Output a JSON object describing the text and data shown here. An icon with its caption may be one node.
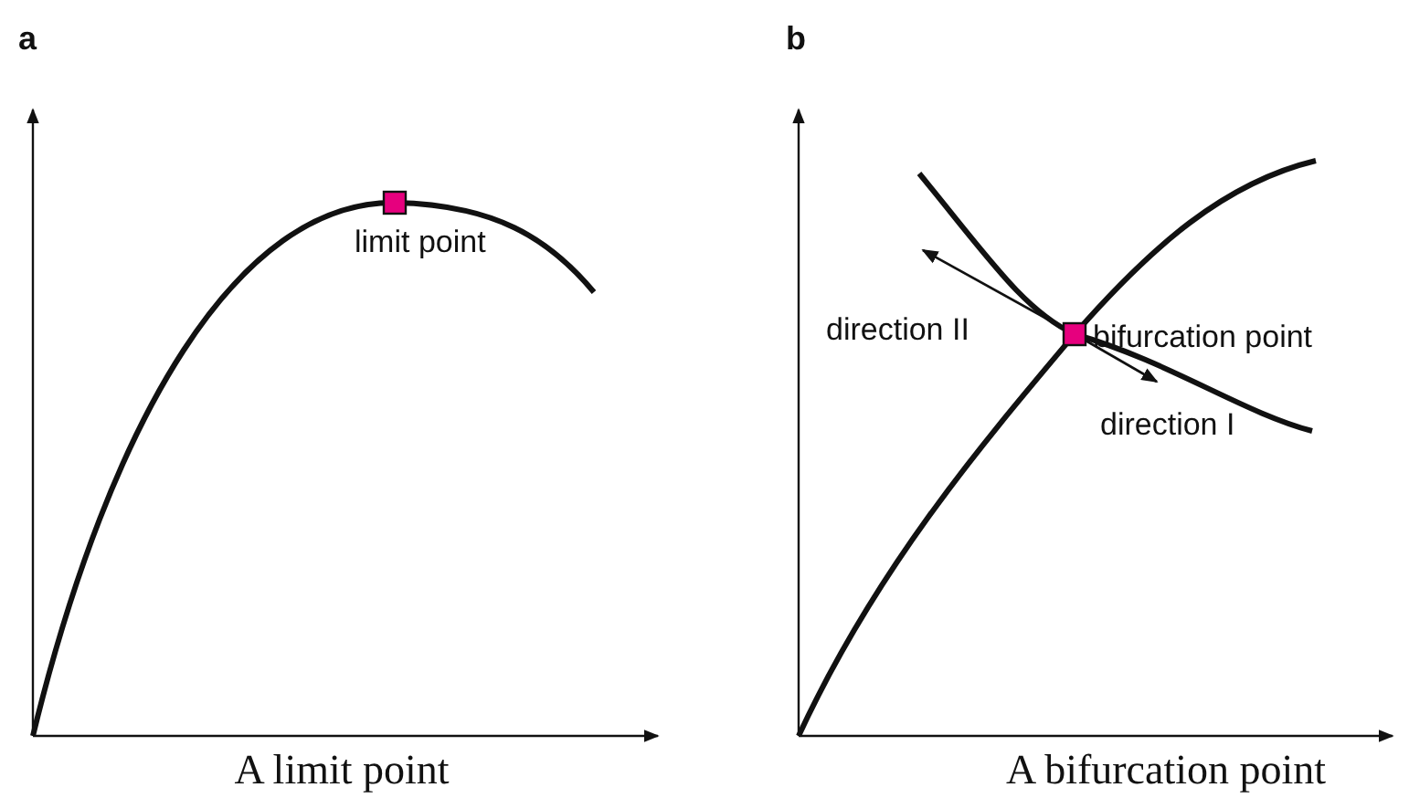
{
  "diagram": {
    "labels": [
      "a",
      "b",
      "limit point",
      "direction II",
      "bifurcation point",
      "direction I",
      "A limit point",
      "A bifurcation point"
    ]
  }
}
